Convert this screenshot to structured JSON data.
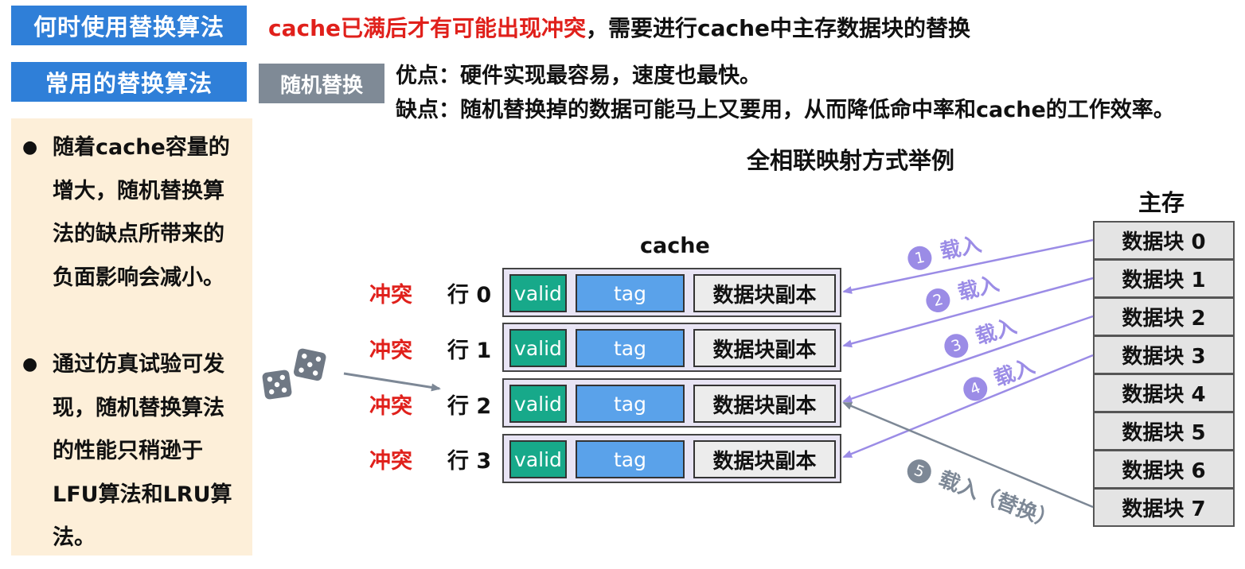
{
  "header": {
    "tag1": "何时使用替换算法",
    "statement_red": "cache已满后才有可能出现冲突",
    "statement_rest": "，需要进行cache中主存数据块的替换",
    "tag2": "常用的替换算法",
    "tag3": "随机替换",
    "pro": "优点：硬件实现最容易，速度也最快。",
    "con": "缺点：随机替换掉的数据可能马上又要用，从而降低命中率和cache的工作效率。"
  },
  "left_panel": {
    "bullet1": "随着cache容量的增大，随机替换算法的缺点所带来的负面影响会减小。",
    "bullet2": "通过仿真试验可发现，随机替换算法的性能只稍逊于LFU算法和LRU算法。"
  },
  "diagram": {
    "title": "全相联映射方式举例",
    "cache_label": "cache",
    "memory_label": "主存",
    "conflict_text": "冲突",
    "rows": [
      {
        "label": "行 0",
        "valid": "valid",
        "tag": "tag",
        "data": "数据块副本"
      },
      {
        "label": "行 1",
        "valid": "valid",
        "tag": "tag",
        "data": "数据块副本"
      },
      {
        "label": "行 2",
        "valid": "valid",
        "tag": "tag",
        "data": "数据块副本"
      },
      {
        "label": "行 3",
        "valid": "valid",
        "tag": "tag",
        "data": "数据块副本"
      }
    ],
    "memory_blocks": [
      "数据块 0",
      "数据块 1",
      "数据块 2",
      "数据块 3",
      "数据块 4",
      "数据块 5",
      "数据块 6",
      "数据块 7"
    ],
    "loads": [
      {
        "num": "1",
        "text": "载入"
      },
      {
        "num": "2",
        "text": "载入"
      },
      {
        "num": "3",
        "text": "载入"
      },
      {
        "num": "4",
        "text": "载入"
      },
      {
        "num": "5",
        "text": "载入（替换）"
      }
    ],
    "colors": {
      "arrow": "#9b8ce6",
      "replace_arrow": "#7d8896",
      "conflict": "#e0201b",
      "valid": "#17a98a",
      "tag": "#5aa2ea"
    }
  }
}
